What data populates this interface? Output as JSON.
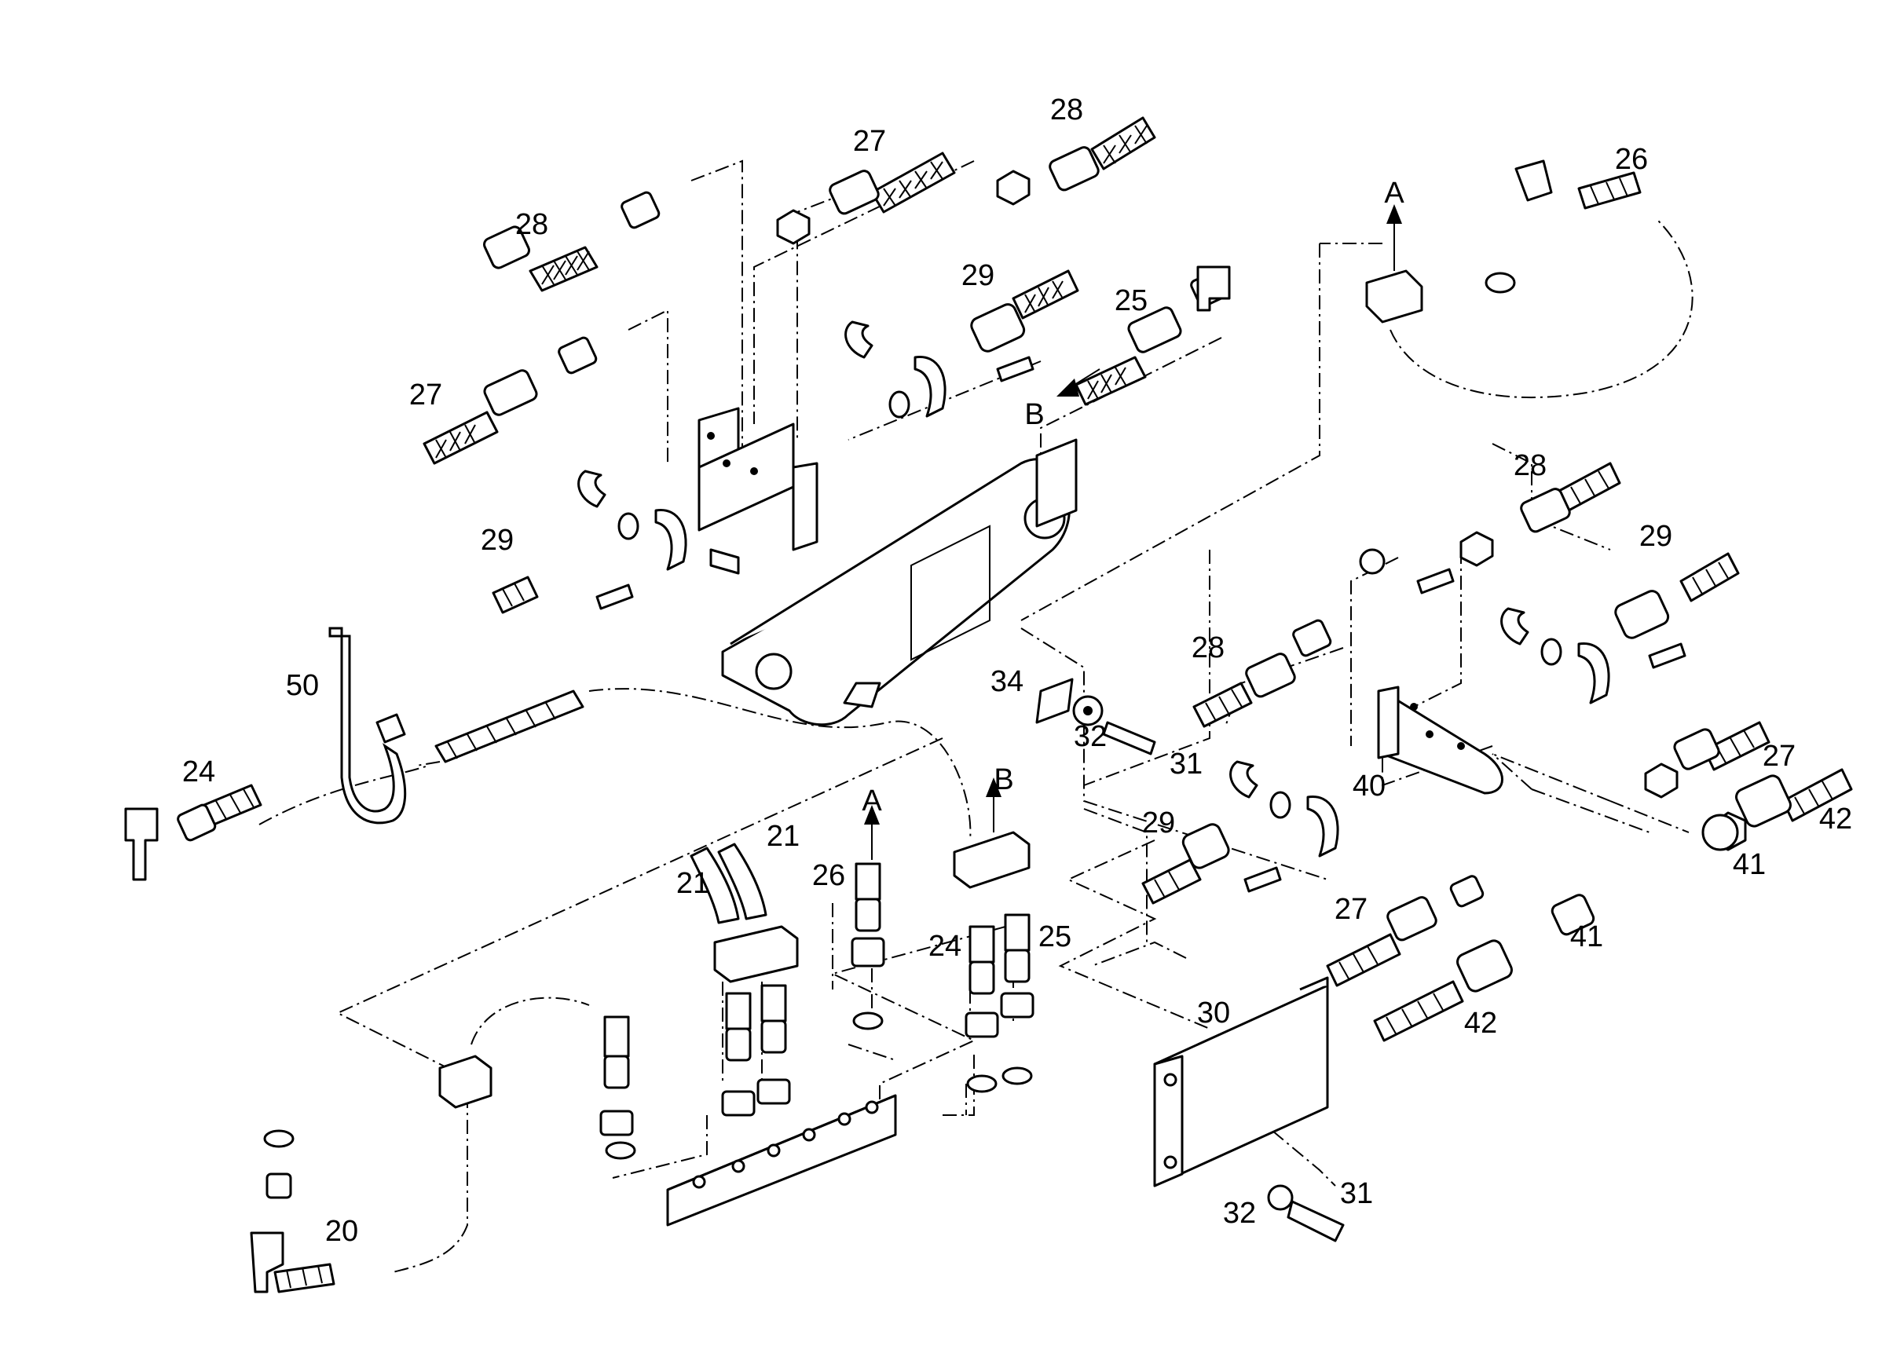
{
  "callouts": {
    "c28a": "28",
    "c27a": "27",
    "c28b": "28",
    "c27b": "27",
    "c29a": "29",
    "c25a": "25",
    "cBa": "B",
    "cAa": "A",
    "c26a": "26",
    "c29b": "29",
    "c28c": "28",
    "c29c": "29",
    "c28d": "28",
    "c34": "34",
    "c32a": "32",
    "c31a": "31",
    "c50": "50",
    "c24a": "24",
    "c40": "40",
    "c27c": "27",
    "c42a": "42",
    "c41a": "41",
    "c29d": "29",
    "c21a": "21",
    "c21b": "21",
    "cAb": "A",
    "c26b": "26",
    "cBb": "B",
    "c24b": "24",
    "c25b": "25",
    "c27d": "27",
    "c41b": "41",
    "c42b": "42",
    "c30": "30",
    "c32b": "32",
    "c31b": "31",
    "c20": "20"
  }
}
